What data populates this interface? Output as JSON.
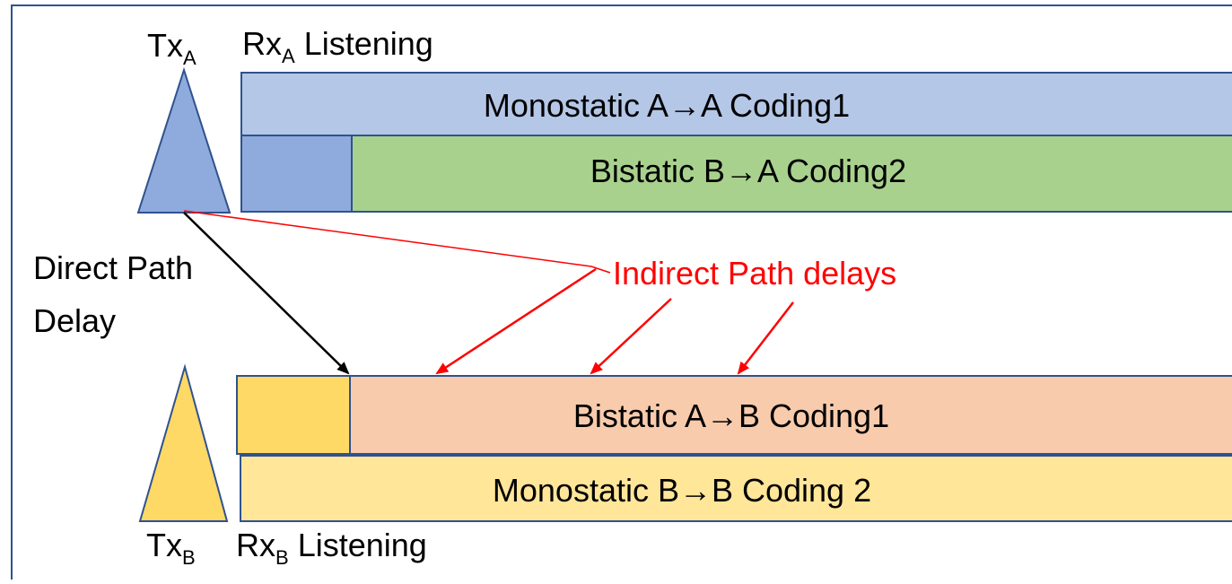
{
  "colors": {
    "frame": "#2F528F",
    "tx_a_fill": "#8FAADC",
    "mono_a_fill": "#B4C7E7",
    "bistatic_a_fill": "#A9D18E",
    "tx_b_fill": "#FFD966",
    "bistatic_b_fill": "#F8CBAD",
    "mono_b_fill": "#FFE699",
    "indirect": "#FF0000",
    "direct": "#000000",
    "text": "#000000"
  },
  "labels": {
    "tx_a": {
      "main": "Tx",
      "sub": "A"
    },
    "rx_a": {
      "main": "Rx",
      "sub": "A",
      "suffix": " Listening"
    },
    "tx_b": {
      "main": "Tx",
      "sub": "B"
    },
    "rx_b": {
      "main": "Rx",
      "sub": "B",
      "suffix": " Listening"
    },
    "mono_a": "Monostatic A→A Coding1",
    "bistatic_ba": "Bistatic B→A Coding2",
    "bistatic_ab": "Bistatic A→B Coding1",
    "mono_b": "Monostatic B→B Coding 2",
    "direct_path_1": "Direct Path",
    "direct_path_2": "Delay",
    "indirect_path": "Indirect Path delays"
  }
}
